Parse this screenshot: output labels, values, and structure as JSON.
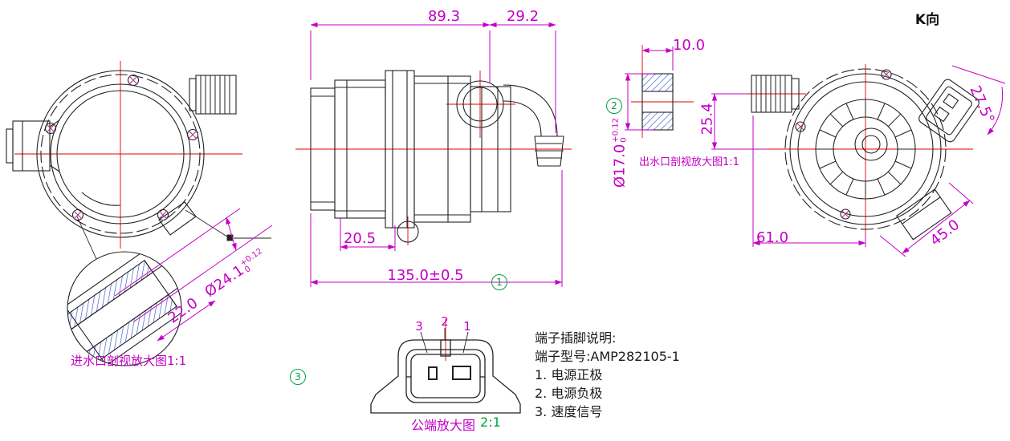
{
  "colors": {
    "dimension": "#c400c4",
    "centerline": "#e00000",
    "hatch": "#3350cc",
    "callout_green": "#00a33e",
    "line": "#222222"
  },
  "header": {
    "k_view_label": "K向"
  },
  "dimensions": {
    "width_body": "89.3",
    "width_elbow": "29.2",
    "outlet_length": "10.0",
    "outlet_bore": "Ø17.0",
    "outlet_bore_tol_upper": "+0.12",
    "outlet_bore_tol_lower": "0",
    "port_offset": "25.4",
    "foot_offset": "20.5",
    "overall_length": "135.0±0.5",
    "k_width": "61.0",
    "tab_length": "45.0",
    "connector_angle": "27.5°",
    "inlet_depth": "22.0",
    "inlet_bore": "Ø24.1",
    "inlet_bore_tol_upper": "+0.12",
    "inlet_bore_tol_lower": "0"
  },
  "callouts": {
    "one": "1",
    "two": "2",
    "three": "3"
  },
  "labels": {
    "inlet_detail": "进水口剖视放大图1:1",
    "outlet_detail": "出水口剖视放大图1:1",
    "connector_detail": "公端放大图",
    "connector_detail_scale": "2:1"
  },
  "connector_pins": {
    "pin3": "3",
    "pin2": "2",
    "pin1": "1"
  },
  "terminal_notes": {
    "title": "端子插脚说明:",
    "model": "端子型号:AMP282105-1",
    "pin1": "1. 电源正极",
    "pin2": "2. 电源负极",
    "pin3": "3. 速度信号"
  }
}
